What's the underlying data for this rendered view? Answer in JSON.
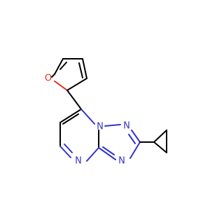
{
  "molecule": {
    "atoms": {
      "o1": {
        "symbol": "O",
        "color": "#e03020"
      },
      "n1": {
        "symbol": "N",
        "color": "#3333cc"
      },
      "n2": {
        "symbol": "N",
        "color": "#3333cc"
      },
      "n3": {
        "symbol": "N",
        "color": "#3333cc"
      },
      "n4": {
        "symbol": "N",
        "color": "#3333cc"
      }
    },
    "bond_color": "#000000"
  }
}
